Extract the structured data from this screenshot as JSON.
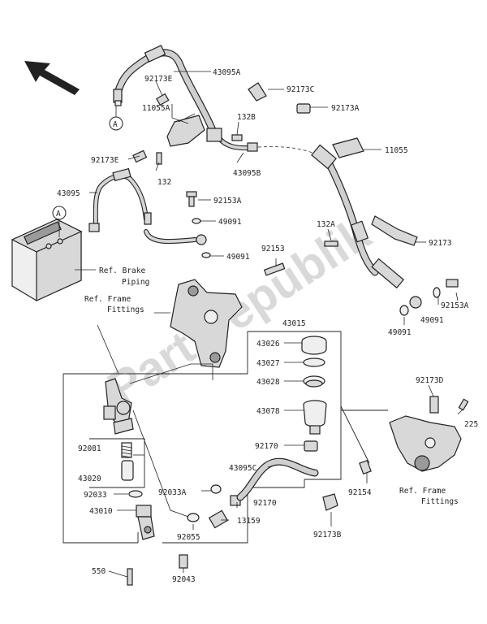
{
  "watermark": "Partsrepublik",
  "ref_brake_piping": [
    "Ref. Brake",
    "Piping"
  ],
  "ref_frame_fittings_left": [
    "Ref. Frame",
    "Fittings"
  ],
  "ref_frame_fittings_right": [
    "Ref. Frame",
    "Fittings"
  ],
  "callout_letter": "A",
  "labels": {
    "p43095A": "43095A",
    "p92173E_top": "92173E",
    "p11055A": "11055A",
    "p92173E_low": "92173E",
    "p132": "132",
    "p132B": "132B",
    "p43095B": "43095B",
    "p92173C": "92173C",
    "p92173A": "92173A",
    "p11055": "11055",
    "p43095": "43095",
    "p92153A_top": "92153A",
    "p49091_top": "49091",
    "p49091_mid": "49091",
    "p92153": "92153",
    "p132A": "132A",
    "p92173": "92173",
    "p92153A_right": "92153A",
    "p49091_r1": "49091",
    "p49091_r2": "49091",
    "p43015": "43015",
    "p43026": "43026",
    "p43027": "43027",
    "p43028": "43028",
    "p43078": "43078",
    "p92173D": "92173D",
    "p225": "225",
    "p92081": "92081",
    "p43020": "43020",
    "p92170_top": "92170",
    "p43095C": "43095C",
    "p92154": "92154",
    "p92033": "92033",
    "p92033A": "92033A",
    "p92170_low": "92170",
    "p43010": "43010",
    "p13159": "13159",
    "p92055": "92055",
    "p92173B": "92173B",
    "p550": "550",
    "p92043": "92043"
  }
}
